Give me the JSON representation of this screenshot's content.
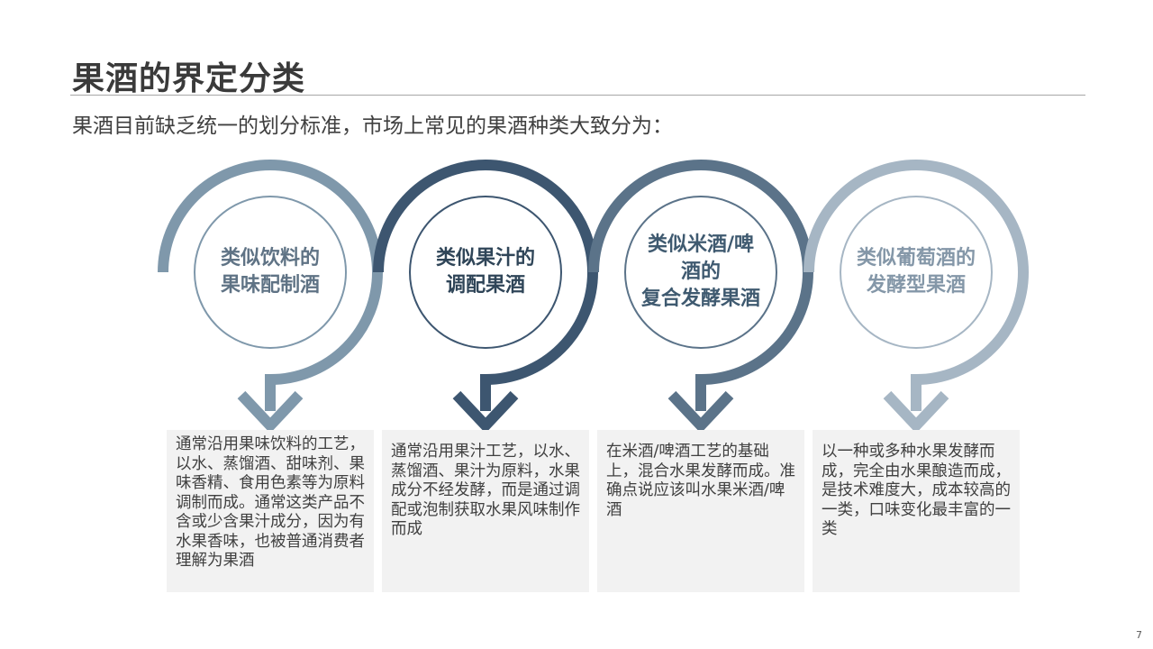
{
  "slide": {
    "title": "果酒的界定分类",
    "subtitle": "果酒目前缺乏统一的划分标准，市场上常见的果酒种类大致分为：",
    "page_number": "7"
  },
  "colors": {
    "c1": "#7f98ab",
    "c2": "#3d5670",
    "c3": "#5b7389",
    "c4": "#a6b6c4"
  },
  "categories": [
    {
      "label": "类似饮料的\n果味配制酒",
      "description": "通常沿用果味饮料的工艺，以水、蒸馏酒、甜味剂、果味香精、食用色素等为原料调制而成。通常这类产品不含或少含果汁成分，因为有水果香味，也被普通消费者理解为果酒"
    },
    {
      "label": "类似果汁的\n调配果酒",
      "description": "通常沿用果汁工艺，以水、蒸馏酒、果汁为原料，水果成分不经发酵，而是通过调配或泡制获取水果风味制作而成"
    },
    {
      "label": "类似米酒/啤\n酒的\n复合发酵果酒",
      "description": "在米酒/啤酒工艺的基础上，混合水果发酵而成。准确点说应该叫水果米酒/啤酒"
    },
    {
      "label": "类似葡萄酒的\n发酵型果酒",
      "description": "以一种或多种水果发酵而成，完全由水果酿造而成，是技术难度大，成本较高的一类，口味变化最丰富的一类"
    }
  ]
}
